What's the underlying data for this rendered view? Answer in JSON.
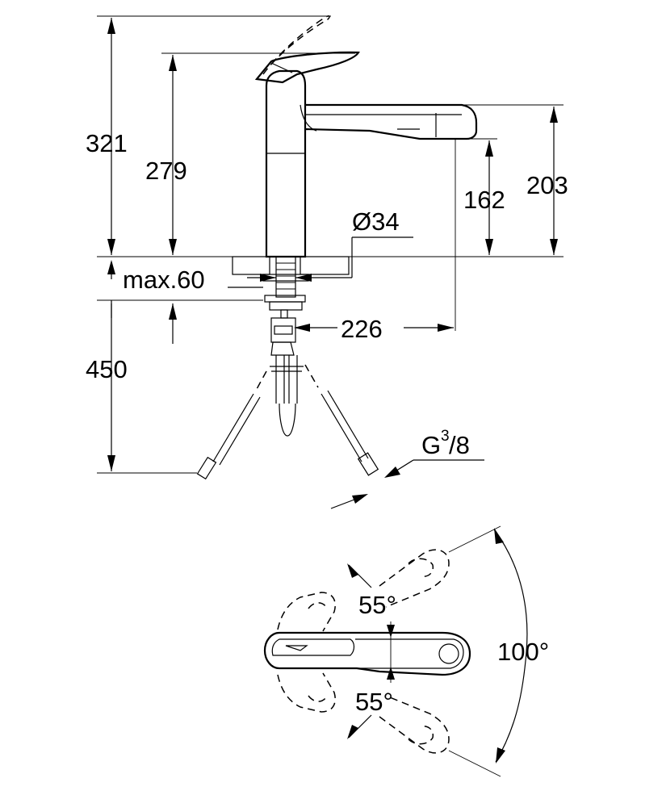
{
  "dimensions": {
    "overall_height": "321",
    "handle_height": "279",
    "spout_height": "203",
    "outlet_height": "162",
    "hole_diameter": "Ø34",
    "max_thickness": "max.60",
    "projection": "226",
    "hose_length": "450",
    "thread_main": "G",
    "thread_num": "3",
    "thread_den": "/8"
  },
  "angles": {
    "upper": "55°",
    "lower": "55°",
    "total": "100°"
  }
}
